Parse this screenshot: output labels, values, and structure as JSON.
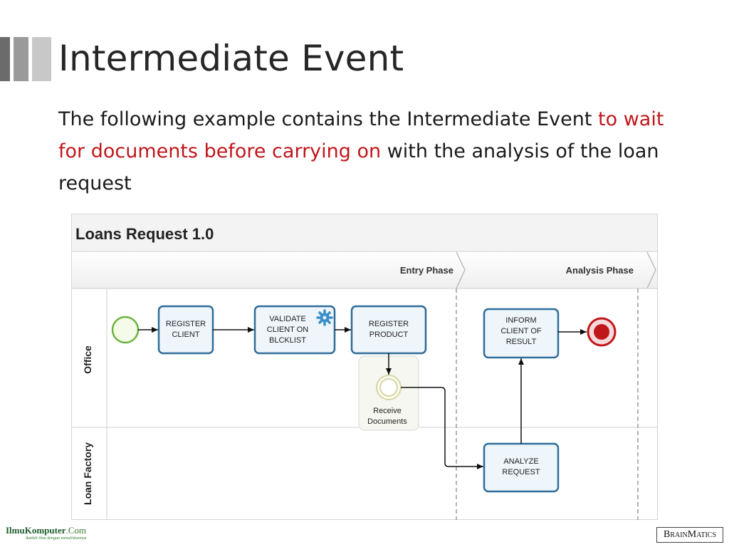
{
  "slide": {
    "title": "Intermediate Event",
    "body": {
      "before": "The following example contains the Intermediate Event ",
      "highlight": "to wait for documents before carrying on",
      "after": " with the analysis of the loan request"
    }
  },
  "colors": {
    "title_bar_dark": "#6b6b6b",
    "title_bar_mid": "#9a9a9a",
    "title_bar_light": "#c8c8c8",
    "highlight_text": "#c0171b",
    "task_border": "#2f6d9a",
    "task_fill": "#eef5fb",
    "start_event": "#6db33f",
    "end_event": "#c0171b"
  },
  "diagram": {
    "title": "Loans Request 1.0",
    "phases": [
      "Entry Phase",
      "Analysis Phase"
    ],
    "lanes": [
      "Office",
      "Loan Factory"
    ],
    "tasks": {
      "register_client": [
        "REGISTER",
        "CLIENT"
      ],
      "validate_client": [
        "VALIDATE",
        "CLIENT ON",
        "BLCKLIST"
      ],
      "register_product": [
        "REGISTER",
        "PRODUCT"
      ],
      "inform_client": [
        "INFORM",
        "CLIENT OF",
        "RESULT"
      ],
      "analyze_request": [
        "ANALYZE",
        "REQUEST"
      ]
    },
    "intermediate_event_label": [
      "Receive",
      "Documents"
    ],
    "icons": {
      "start_event": "start-event-icon",
      "end_event": "end-event-icon",
      "intermediate_event": "intermediate-event-icon",
      "service_task": "gear-icon"
    }
  },
  "footer": {
    "left_brand": "IlmuKomputer",
    "left_domain": ".Com",
    "left_tagline": "ikatlah ilmu dengan menuliskannya",
    "right_brand_big1": "B",
    "right_brand_small1": "RAIN",
    "right_brand_big2": "M",
    "right_brand_small2": "ATICS"
  }
}
